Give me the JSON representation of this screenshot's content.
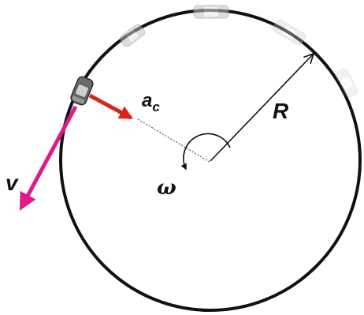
{
  "labels": {
    "acceleration_main": "a",
    "acceleration_sub": "c",
    "radius": "R",
    "velocity": "v",
    "angular_velocity": "ω"
  },
  "icons": {
    "car": "car-icon",
    "ghost_car": "ghost-car-icon"
  },
  "colors": {
    "circle": "#111111",
    "velocity_arrow": "#e0198a",
    "acceleration_arrow": "#d8261c",
    "radius_arrow": "#111111",
    "label_text": "#111111",
    "ghost_car": "#c9c9c9",
    "car_body": "#6b6b6b"
  }
}
